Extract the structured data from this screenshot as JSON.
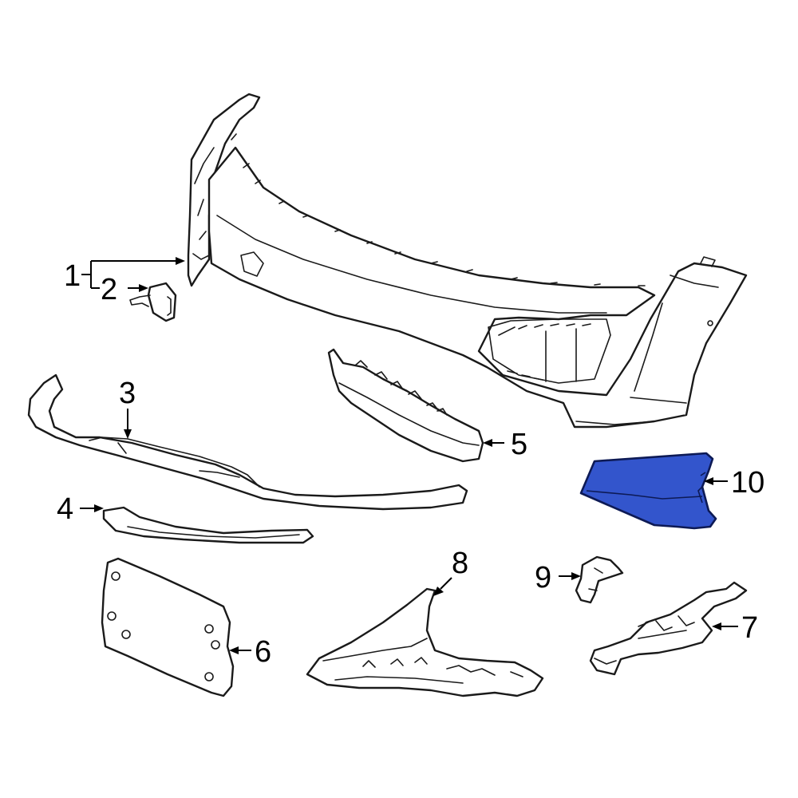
{
  "colors": {
    "line": "#1a1a1a",
    "highlight_fill": "#3355cc",
    "highlight_stroke": "#0d1a55",
    "background": "#ffffff"
  },
  "highlighted_part": "10",
  "callouts": [
    {
      "id": "c1",
      "label": "1"
    },
    {
      "id": "c2",
      "label": "2"
    },
    {
      "id": "c3",
      "label": "3"
    },
    {
      "id": "c4",
      "label": "4"
    },
    {
      "id": "c5",
      "label": "5"
    },
    {
      "id": "c6",
      "label": "6"
    },
    {
      "id": "c7",
      "label": "7"
    },
    {
      "id": "c8",
      "label": "8"
    },
    {
      "id": "c9",
      "label": "9"
    },
    {
      "id": "c10",
      "label": "10"
    }
  ]
}
